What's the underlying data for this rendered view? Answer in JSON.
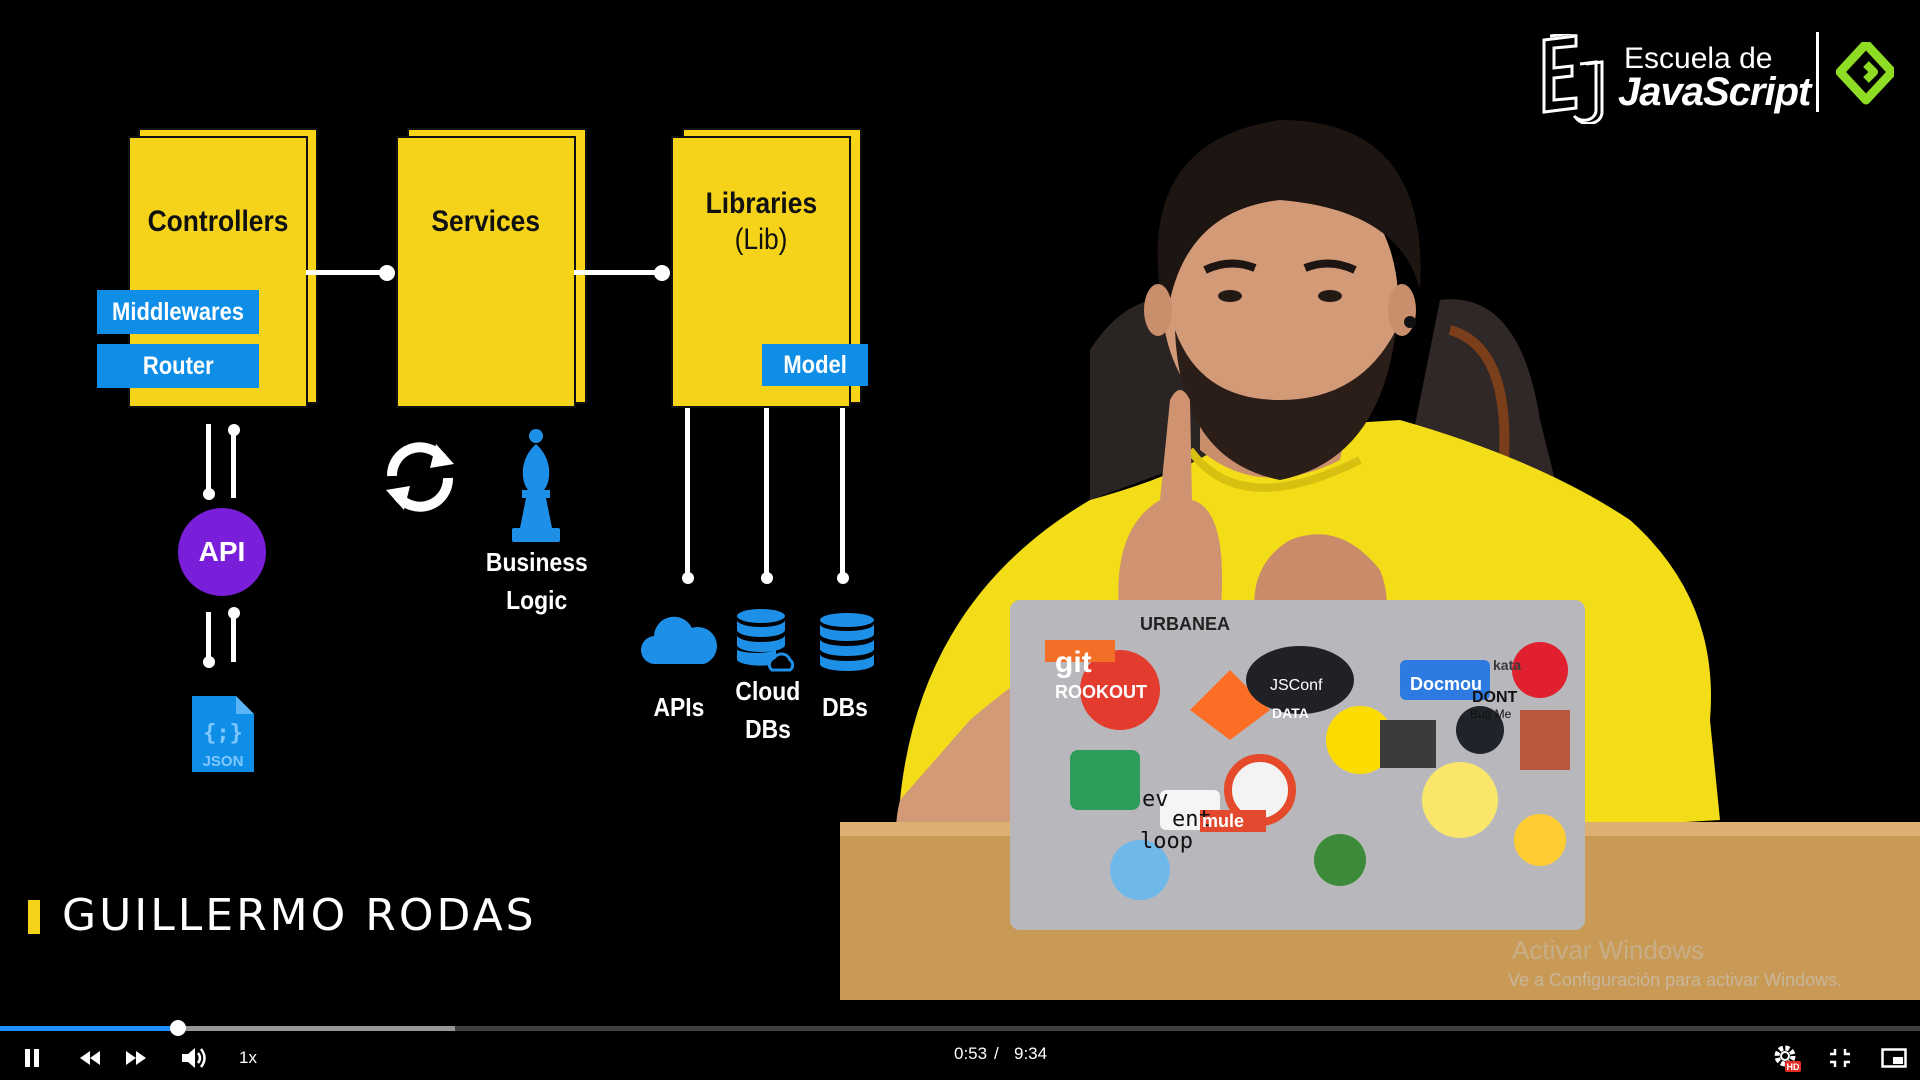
{
  "logo": {
    "line1": "Escuela de",
    "line2": "JavaScript"
  },
  "diagram": {
    "controllers": "Controllers",
    "services": "Services",
    "libraries": "Libraries",
    "libraries_sub": "(Lib)",
    "middlewares": "Middlewares",
    "router": "Router",
    "model": "Model",
    "api": "API",
    "json": "JSON",
    "business_logic_1": "Business",
    "business_logic_2": "Logic",
    "apis": "APIs",
    "cloud_dbs_1": "Cloud",
    "cloud_dbs_2": "DBs",
    "dbs": "DBs"
  },
  "lower_third": {
    "name": "GUILLERMO RODAS"
  },
  "laptop_stickers": {
    "git": "git",
    "rookout": "ROOKOUT",
    "urbanea": "URBANEA",
    "jsconf": "JSConf",
    "data": "DATA",
    "docmou": "Docmou",
    "kata": "kata",
    "dont": "DONT",
    "bugme": "Bug Me",
    "event1": "ev",
    "event2": "ent",
    "event3": "loop",
    "mule": "mule"
  },
  "watermark": {
    "title": "Activar Windows",
    "subtitle": "Ve a Configuración para activar Windows."
  },
  "player": {
    "current_time": "0:53",
    "separator": "/",
    "duration": "9:34",
    "speed": "1x",
    "progress_fraction": 0.0925,
    "buffer_fraction": 0.237,
    "hd_badge": "HD",
    "icons": {
      "play_pause": "pause-icon",
      "rewind": "rewind-icon",
      "forward": "fast-forward-icon",
      "volume": "volume-icon",
      "settings": "gear-icon",
      "exit_fullscreen": "exit-fullscreen-icon",
      "pip": "picture-in-picture-icon"
    },
    "accent_color": "#1e90ff"
  },
  "colors": {
    "box_yellow": "#f4d31a",
    "tag_blue": "#0f8ee8",
    "api_purple": "#7a1fd9",
    "shirt_yellow": "#f2dd18"
  }
}
